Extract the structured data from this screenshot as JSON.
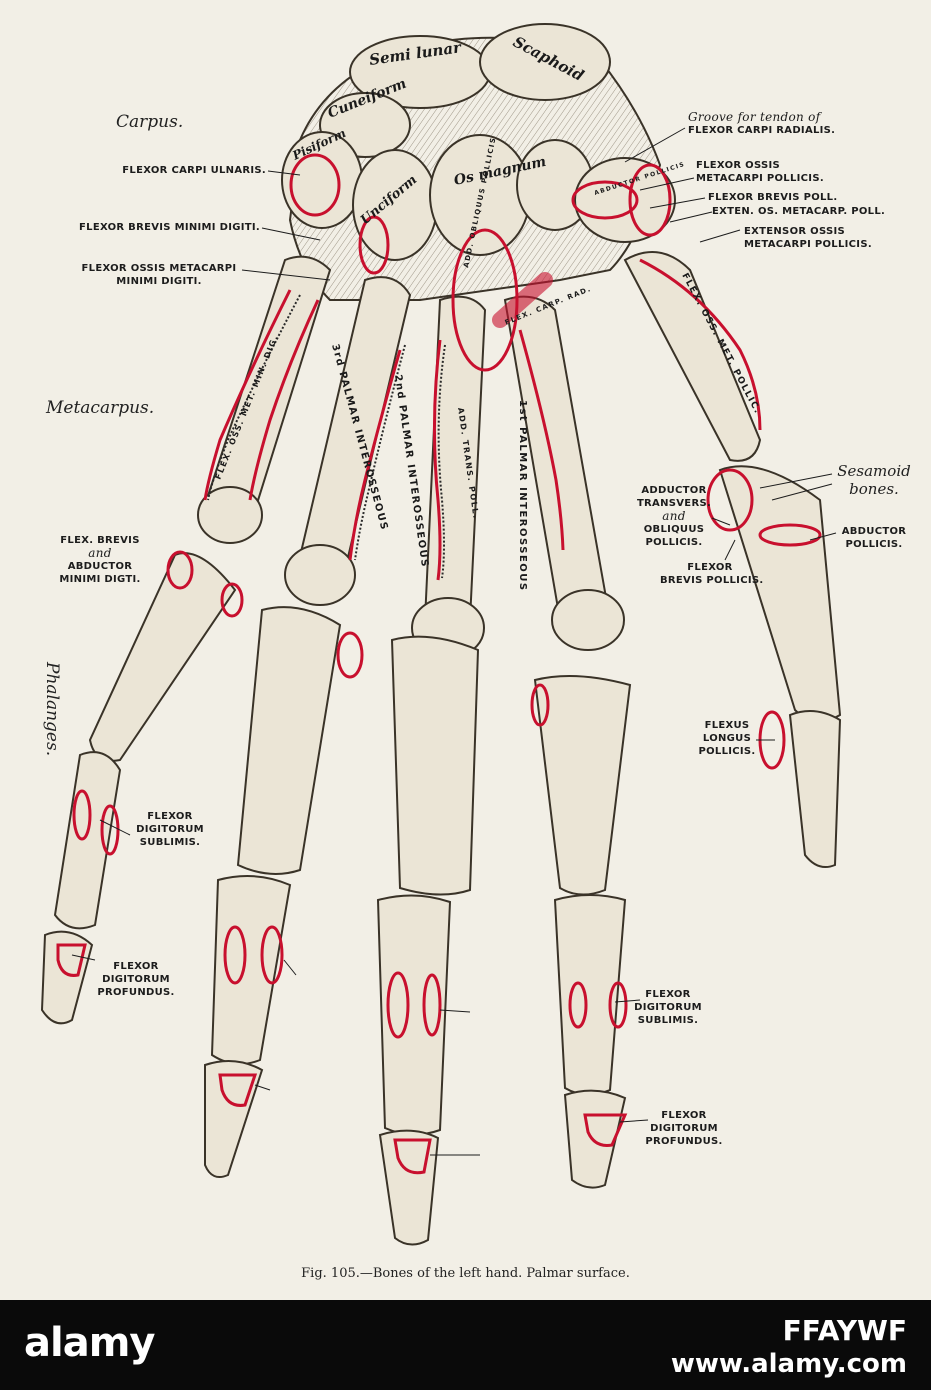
{
  "figure": {
    "caption": "Fig. 105.—Bones of the left hand.   Palmar surface."
  },
  "regions": {
    "carpus": "Carpus.",
    "metacarpus": "Metacarpus.",
    "phalanges": "Phalanges."
  },
  "bone_names": {
    "semilunar": "Semi lunar",
    "scaphoid": "Scaphoid",
    "cuneiform": "Cuneiform",
    "pisiform": "Pisiform",
    "unciform": "Unciform",
    "os_magnum": "Os magnum",
    "sesamoid": "Sesamoid bones."
  },
  "muscles_on_bone": {
    "palmar_3rd": "3rd PALMAR INTEROSSEOUS",
    "palmar_2nd": "2nd PALMAR INTEROSSEOUS",
    "palmar_1st": "1st PALMAR INTEROSSEOUS",
    "add_obl": "ADD. OBLIQUUS POLLICIS",
    "add_trans": "ADD. TRANS. POLL.",
    "flex_carp_rad": "FLEX. CARP. RAD.",
    "flex_oss_met": "FLEX. OSS. MET. POLLIC.",
    "abductor_poll": "ABDUCTOR POLLICIS",
    "ulnar_metacarpal": "FLEX. OSS. MET. MIN. DIG."
  },
  "labels": {
    "groove_1": "Groove for tendon of",
    "groove_2": "FLEXOR CARPI RADIALIS.",
    "flexor_carpi_ulnaris": "FLEXOR CARPI ULNARIS.",
    "flexor_ossis_1": "FLEXOR OSSIS",
    "flexor_ossis_2": "METACARPI POLLICIS.",
    "flexor_brevis_poll": "FLEXOR BREVIS POLL.",
    "exten_os": "EXTEN. OS. METACARP. POLL.",
    "extensor_ossis_1": "EXTENSOR OSSIS",
    "extensor_ossis_2": "METACARPI POLLICIS.",
    "flexor_brevis_minimi": "FLEXOR BREVIS MINIMI DIGITI.",
    "fom_1": "FLEXOR OSSIS METACARPI",
    "fom_2": "MINIMI DIGITI.",
    "flex_brevis_1": "FLEX. BREVIS",
    "flex_brevis_and": "and",
    "flex_brevis_2": "ABDUCTOR",
    "flex_brevis_3": "MINIMI DIGTI.",
    "add_trans_1": "ADDUCTOR",
    "add_trans_2": "TRANSVERS.",
    "add_trans_and": "and",
    "add_trans_3": "OBLIQUUS",
    "add_trans_4": "POLLICIS.",
    "abductor_1": "ABDUCTOR",
    "abductor_2": "POLLICIS.",
    "flexor_brevis_pollicis_1": "FLEXOR",
    "flexor_brevis_pollicis_2": "BREVIS POLLICIS.",
    "flexus_longus_1": "FLEXUS",
    "flexus_longus_2": "LONGUS",
    "flexus_longus_3": "POLLICIS.",
    "fds_left_1": "FLEXOR",
    "fds_left_2": "DIGITORUM",
    "fds_left_3": "SUBLIMIS.",
    "fdp_left_1": "FLEXOR",
    "fdp_left_2": "DIGITORUM",
    "fdp_left_3": "PROFUNDUS.",
    "fds_right_1": "FLEXOR",
    "fds_right_2": "DIGITORUM",
    "fds_right_3": "SUBLIMIS.",
    "fdp_right_1": "FLEXOR",
    "fdp_right_2": "DIGITORUM",
    "fdp_right_3": "PROFUNDUS."
  },
  "watermark": {
    "brand": "alamy",
    "image_id": "FFAYWF",
    "url": "www.alamy.com"
  },
  "colors": {
    "paper": "#f2efe6",
    "bone_fill": "#ebe5d6",
    "bone_stroke": "#3a3328",
    "attachment_red": "#c8102e",
    "footer": "#0a0a0a"
  }
}
